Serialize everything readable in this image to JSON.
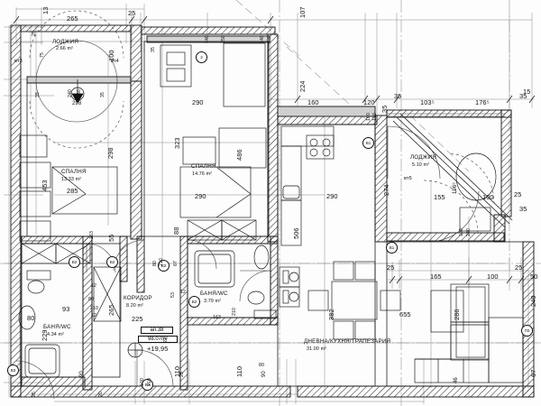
{
  "drawing": {
    "type": "architectural-floor-plan",
    "title": "ап.38",
    "total_area": "98.07m²",
    "level_marker": "+19,95"
  },
  "rooms": [
    {
      "key": "loggia_nw",
      "name": "ЛОДЖИЯ",
      "area": "2.66 m²"
    },
    {
      "key": "bedroom_w",
      "name": "СПАЛНЯ",
      "area": "13.33 m²"
    },
    {
      "key": "bedroom_c",
      "name": "СПАЛНЯ",
      "area": "14.76 m²"
    },
    {
      "key": "corridor",
      "name": "КОРИДОР",
      "area": "8.20 m²"
    },
    {
      "key": "bath_w",
      "name": "БАНЯ/WC",
      "area": "4.34 m²"
    },
    {
      "key": "bath_c",
      "name": "БАНЯ/WC",
      "area": "3.79 m²"
    },
    {
      "key": "living",
      "name": "ДНЕВНА/КУХНЯ/ТРАПЕЗАРИЯ",
      "area": "31.00 m²"
    },
    {
      "key": "loggia_e",
      "name": "ЛОДЖИЯ",
      "area": "5.10 m²"
    }
  ],
  "terrace_codes": [
    {
      "key": "vt3",
      "label": "вт3"
    },
    {
      "key": "vt4",
      "label": "вт4"
    },
    {
      "key": "vt5",
      "label": "вт5"
    }
  ],
  "door_tags": [
    {
      "key": "d1",
      "label": "В2"
    },
    {
      "key": "d2",
      "label": "В2"
    },
    {
      "key": "d3",
      "label": "В2"
    },
    {
      "key": "d4",
      "label": "В2"
    },
    {
      "key": "d5",
      "label": "В2"
    },
    {
      "key": "d6",
      "label": "В1"
    },
    {
      "key": "d7",
      "label": "В3"
    },
    {
      "key": "d8",
      "label": "П3"
    },
    {
      "key": "d9",
      "label": "2"
    },
    {
      "key": "d10",
      "label": "В1"
    },
    {
      "key": "d11",
      "label": "В1"
    }
  ],
  "dimensions_top": [
    {
      "key": "t_13",
      "value": "13"
    },
    {
      "key": "t_265",
      "value": "265"
    },
    {
      "key": "t_25a",
      "value": "25"
    },
    {
      "key": "t_107",
      "value": "107"
    },
    {
      "key": "t_224",
      "value": "224"
    },
    {
      "key": "t_160",
      "value": "160"
    },
    {
      "key": "t_120",
      "value": "120"
    },
    {
      "key": "t_35a",
      "value": "35"
    },
    {
      "key": "t_35b",
      "value": "35"
    },
    {
      "key": "t_103",
      "value": "103⁵"
    },
    {
      "key": "t_176",
      "value": "176⁵"
    },
    {
      "key": "t_35c",
      "value": "35"
    },
    {
      "key": "t_25b",
      "value": "25"
    },
    {
      "key": "t_25c",
      "value": "25"
    }
  ],
  "dimensions_left": [
    {
      "key": "l_25",
      "value": "25"
    },
    {
      "key": "l_75",
      "value": "75"
    },
    {
      "key": "l_35a",
      "value": "35"
    },
    {
      "key": "l_100",
      "value": "100"
    },
    {
      "key": "l_35b",
      "value": "35"
    },
    {
      "key": "l_298a",
      "value": "298"
    },
    {
      "key": "l_298b",
      "value": "298"
    },
    {
      "key": "l_453",
      "value": "453"
    },
    {
      "key": "l_285",
      "value": "285"
    },
    {
      "key": "l_229",
      "value": "229"
    },
    {
      "key": "l_93",
      "value": "93"
    },
    {
      "key": "l_80",
      "value": "80"
    },
    {
      "key": "l_25b",
      "value": "25"
    },
    {
      "key": "l_12a",
      "value": "12"
    },
    {
      "key": "l_12b",
      "value": "12"
    },
    {
      "key": "l_80b",
      "value": "80"
    },
    {
      "key": "l_210",
      "value": "210"
    }
  ],
  "dimensions_mid": [
    {
      "key": "m_290a",
      "value": "290"
    },
    {
      "key": "m_323",
      "value": "323"
    },
    {
      "key": "m_486",
      "value": "486"
    },
    {
      "key": "m_290b",
      "value": "290"
    },
    {
      "key": "m_290c",
      "value": "290"
    },
    {
      "key": "m_55",
      "value": "55"
    },
    {
      "key": "m_88",
      "value": "88"
    },
    {
      "key": "m_67",
      "value": "67"
    },
    {
      "key": "m_53",
      "value": "53"
    },
    {
      "key": "m_225",
      "value": "225"
    },
    {
      "key": "m_265",
      "value": "265"
    },
    {
      "key": "m_22",
      "value": "22"
    },
    {
      "key": "m_210a",
      "value": "210"
    },
    {
      "key": "m_210b",
      "value": "210"
    },
    {
      "key": "m_210c",
      "value": "210"
    },
    {
      "key": "m_80a",
      "value": "80"
    },
    {
      "key": "m_80b",
      "value": "80"
    },
    {
      "key": "m_80c",
      "value": "80"
    },
    {
      "key": "m_163",
      "value": "163"
    },
    {
      "key": "m_12",
      "value": "12"
    },
    {
      "key": "m_506",
      "value": "506"
    },
    {
      "key": "m_274",
      "value": "274"
    },
    {
      "key": "m_110a",
      "value": "110"
    },
    {
      "key": "m_110b",
      "value": "110"
    },
    {
      "key": "m_100",
      "value": "100"
    },
    {
      "key": "m_90a",
      "value": "90"
    },
    {
      "key": "m_90b",
      "value": "90"
    },
    {
      "key": "m_25a",
      "value": "25"
    },
    {
      "key": "m_25b",
      "value": "25"
    },
    {
      "key": "m_20",
      "value": "20"
    }
  ],
  "dimensions_right": [
    {
      "key": "r_25a",
      "value": "25"
    },
    {
      "key": "r_165",
      "value": "165"
    },
    {
      "key": "r_100",
      "value": "100"
    },
    {
      "key": "r_25b",
      "value": "25"
    },
    {
      "key": "r_50",
      "value": "50"
    },
    {
      "key": "r_240",
      "value": "240"
    },
    {
      "key": "r_67",
      "value": "67"
    },
    {
      "key": "r_655",
      "value": "655"
    },
    {
      "key": "r_382",
      "value": "382"
    },
    {
      "key": "r_286",
      "value": "286"
    },
    {
      "key": "r_46",
      "value": "46"
    },
    {
      "key": "r_155",
      "value": "155"
    },
    {
      "key": "r_100b",
      "value": "100"
    },
    {
      "key": "r_25c",
      "value": "25"
    },
    {
      "key": "r_196",
      "value": "196⁵"
    },
    {
      "key": "r_35",
      "value": "35"
    },
    {
      "key": "r_15",
      "value": "15"
    }
  ],
  "window_codes": [
    {
      "key": "w_35",
      "value": "35"
    },
    {
      "key": "w_240",
      "value": "240"
    },
    {
      "key": "w_250",
      "value": "250"
    },
    {
      "key": "w_140",
      "value": "140"
    },
    {
      "key": "w_100",
      "value": "100"
    },
    {
      "key": "w_120",
      "value": "120"
    }
  ],
  "colors": {
    "line": "#1a1a1a",
    "hatch": "#2b2b2b",
    "thin": "#555555",
    "dashdot": "#777777",
    "background": "#ffffff"
  }
}
